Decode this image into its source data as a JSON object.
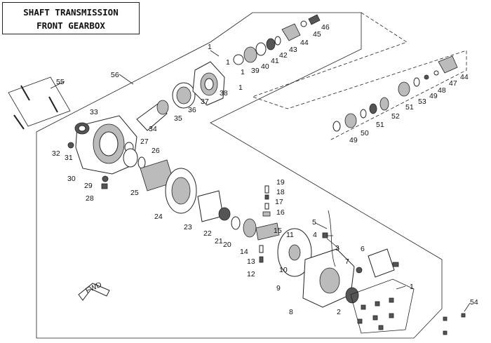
{
  "title": {
    "line1": "SHAFT TRANSMISSION",
    "line2": "FRONT GEARBOX"
  },
  "fwd_label": "FWD",
  "callouts": [
    {
      "id": "n1a",
      "text": "1"
    },
    {
      "id": "n1b",
      "text": "1"
    },
    {
      "id": "n1c",
      "text": "1"
    },
    {
      "id": "n1d",
      "text": "1"
    },
    {
      "id": "n1e",
      "text": "1"
    },
    {
      "id": "n2",
      "text": "2"
    },
    {
      "id": "n3",
      "text": "3"
    },
    {
      "id": "n4",
      "text": "4"
    },
    {
      "id": "n5",
      "text": "5"
    },
    {
      "id": "n6",
      "text": "6"
    },
    {
      "id": "n7",
      "text": "7"
    },
    {
      "id": "n8",
      "text": "8"
    },
    {
      "id": "n9",
      "text": "9"
    },
    {
      "id": "n10",
      "text": "10"
    },
    {
      "id": "n11",
      "text": "11"
    },
    {
      "id": "n12",
      "text": "12"
    },
    {
      "id": "n13",
      "text": "13"
    },
    {
      "id": "n14",
      "text": "14"
    },
    {
      "id": "n15",
      "text": "15"
    },
    {
      "id": "n16",
      "text": "16"
    },
    {
      "id": "n17",
      "text": "17"
    },
    {
      "id": "n18",
      "text": "18"
    },
    {
      "id": "n19",
      "text": "19"
    },
    {
      "id": "n20",
      "text": "20"
    },
    {
      "id": "n21",
      "text": "21"
    },
    {
      "id": "n22",
      "text": "22"
    },
    {
      "id": "n23",
      "text": "23"
    },
    {
      "id": "n24",
      "text": "24"
    },
    {
      "id": "n25",
      "text": "25"
    },
    {
      "id": "n26",
      "text": "26"
    },
    {
      "id": "n27",
      "text": "27"
    },
    {
      "id": "n28",
      "text": "28"
    },
    {
      "id": "n29",
      "text": "29"
    },
    {
      "id": "n30",
      "text": "30"
    },
    {
      "id": "n31",
      "text": "31"
    },
    {
      "id": "n32",
      "text": "32"
    },
    {
      "id": "n33",
      "text": "33"
    },
    {
      "id": "n34",
      "text": "34"
    },
    {
      "id": "n35",
      "text": "35"
    },
    {
      "id": "n36",
      "text": "36"
    },
    {
      "id": "n37",
      "text": "37"
    },
    {
      "id": "n38",
      "text": "38"
    },
    {
      "id": "n39",
      "text": "39"
    },
    {
      "id": "n40",
      "text": "40"
    },
    {
      "id": "n41",
      "text": "41"
    },
    {
      "id": "n42",
      "text": "42"
    },
    {
      "id": "n43",
      "text": "43"
    },
    {
      "id": "n44a",
      "text": "44"
    },
    {
      "id": "n44b",
      "text": "44"
    },
    {
      "id": "n45",
      "text": "45"
    },
    {
      "id": "n46",
      "text": "46"
    },
    {
      "id": "n47",
      "text": "47"
    },
    {
      "id": "n48",
      "text": "48"
    },
    {
      "id": "n49a",
      "text": "49"
    },
    {
      "id": "n49b",
      "text": "49"
    },
    {
      "id": "n50",
      "text": "50"
    },
    {
      "id": "n51a",
      "text": "51"
    },
    {
      "id": "n51b",
      "text": "51"
    },
    {
      "id": "n52",
      "text": "52"
    },
    {
      "id": "n53",
      "text": "53"
    },
    {
      "id": "n54",
      "text": "54"
    },
    {
      "id": "n55",
      "text": "55"
    },
    {
      "id": "n56",
      "text": "56"
    }
  ]
}
